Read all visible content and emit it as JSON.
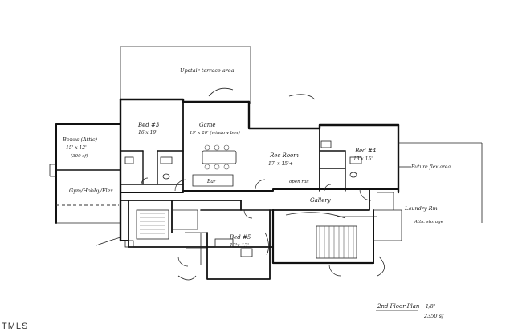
{
  "plan": {
    "rooms": {
      "bedroom_3": "Bed #3",
      "bedroom_3_dim": "16'x 19'",
      "bedroom_4": "Bed #4",
      "bedroom_4_dim": "13'x 15'",
      "bedroom_5": "Bed #5",
      "bedroom_5_dim": "13'x 13'",
      "game": "Game",
      "game_dim": "19' x 20' (window box)",
      "rec_room": "Rec Room",
      "rec_room_dim": "17' x 15'+",
      "gallery": "Gallery",
      "bonus": "Bonus (Attic)",
      "bonus_dim": "15' x 12'",
      "bonus_sub": "(300 sf)",
      "gym": "Gym/Hobby/Flex",
      "laundry": "Laundry Rm",
      "flex_area": "Future flex area"
    },
    "notes": {
      "roof_deck": "Upstair terrace area",
      "bar": "Bar",
      "open_rail": "open rail",
      "attic_storage": "Attic storage",
      "second_floor": "2nd Floor Plan",
      "area": "2350 sf",
      "scale_note": "1/8\""
    }
  },
  "watermark": "TMLS"
}
